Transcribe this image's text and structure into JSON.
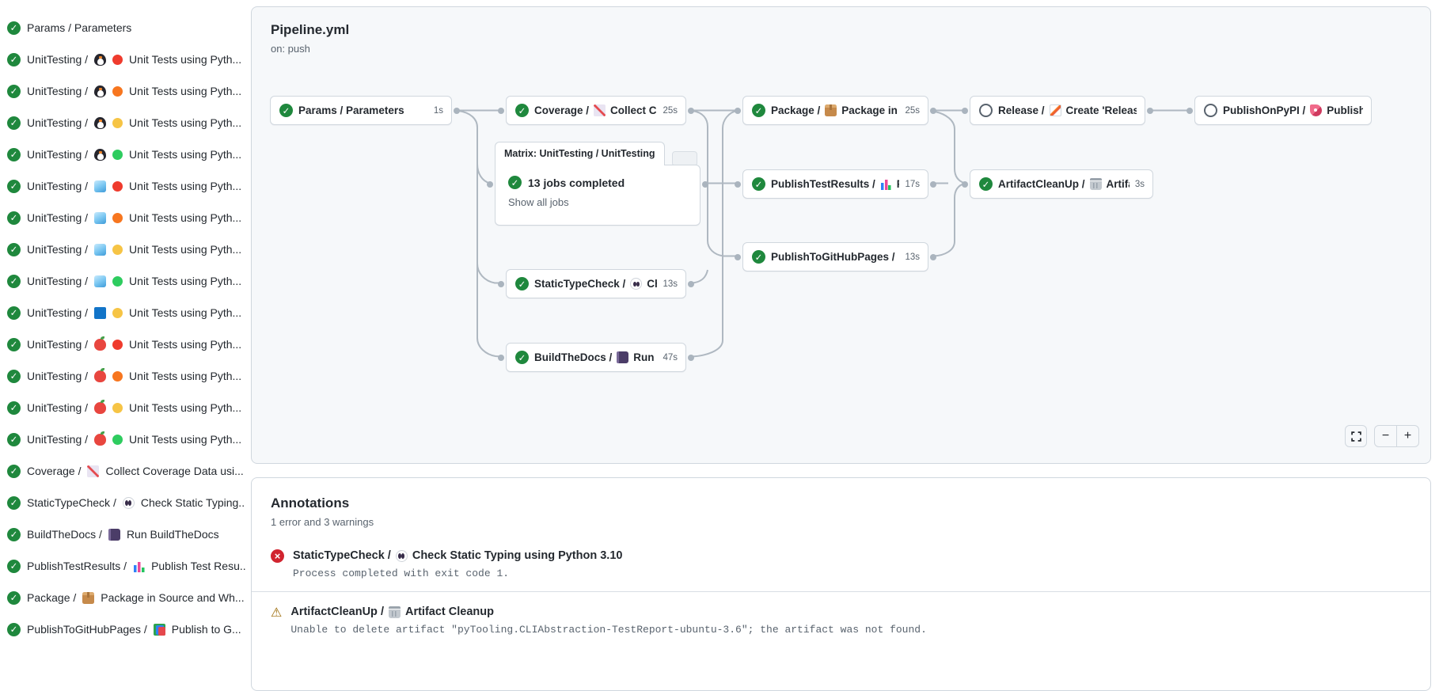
{
  "colors": {
    "success_green": "#1f883d",
    "error_red": "#d1242f",
    "warning_amber": "#9a6700",
    "edge_gray": "#afb8c1",
    "accent_border": "#d0d7de"
  },
  "sidebar": {
    "jobs": [
      {
        "status": "success",
        "prefix": "Params / Parameters",
        "icon": null,
        "dot": null,
        "text": null
      },
      {
        "status": "success",
        "prefix": "UnitTesting /",
        "icon": "penguin-icon",
        "dot": "red",
        "text": "Unit Tests using Pyth..."
      },
      {
        "status": "success",
        "prefix": "UnitTesting /",
        "icon": "penguin-icon",
        "dot": "orange",
        "text": "Unit Tests using Pyth..."
      },
      {
        "status": "success",
        "prefix": "UnitTesting /",
        "icon": "penguin-icon",
        "dot": "yellow",
        "text": "Unit Tests using Pyth..."
      },
      {
        "status": "success",
        "prefix": "UnitTesting /",
        "icon": "penguin-icon",
        "dot": "green",
        "text": "Unit Tests using Pyth..."
      },
      {
        "status": "success",
        "prefix": "UnitTesting /",
        "icon": "ice-cube-icon",
        "dot": "red",
        "text": "Unit Tests using Pyth..."
      },
      {
        "status": "success",
        "prefix": "UnitTesting /",
        "icon": "ice-cube-icon",
        "dot": "orange",
        "text": "Unit Tests using Pyth..."
      },
      {
        "status": "success",
        "prefix": "UnitTesting /",
        "icon": "ice-cube-icon",
        "dot": "yellow",
        "text": "Unit Tests using Pyth..."
      },
      {
        "status": "success",
        "prefix": "UnitTesting /",
        "icon": "ice-cube-icon",
        "dot": "green",
        "text": "Unit Tests using Pyth..."
      },
      {
        "status": "success",
        "prefix": "UnitTesting /",
        "icon": "blue-square-icon",
        "dot": "yellow",
        "text": "Unit Tests using Pyth..."
      },
      {
        "status": "success",
        "prefix": "UnitTesting /",
        "icon": "apple-icon",
        "dot": "red",
        "text": "Unit Tests using Pyth..."
      },
      {
        "status": "success",
        "prefix": "UnitTesting /",
        "icon": "apple-icon",
        "dot": "orange",
        "text": "Unit Tests using Pyth..."
      },
      {
        "status": "success",
        "prefix": "UnitTesting /",
        "icon": "apple-icon",
        "dot": "yellow",
        "text": "Unit Tests using Pyth..."
      },
      {
        "status": "success",
        "prefix": "UnitTesting /",
        "icon": "apple-icon",
        "dot": "green",
        "text": "Unit Tests using Pyth..."
      },
      {
        "status": "success",
        "prefix": "Coverage /",
        "icon": "chart-increasing-icon",
        "dot": null,
        "text": "Collect Coverage Data usi..."
      },
      {
        "status": "success",
        "prefix": "StaticTypeCheck /",
        "icon": "eyes-icon",
        "dot": null,
        "text": "Check Static Typing..."
      },
      {
        "status": "success",
        "prefix": "BuildTheDocs /",
        "icon": "notebook-icon",
        "dot": null,
        "text": "Run BuildTheDocs"
      },
      {
        "status": "success",
        "prefix": "PublishTestResults /",
        "icon": "bar-chart-icon",
        "dot": null,
        "text": "Publish Test Resu..."
      },
      {
        "status": "success",
        "prefix": "Package /",
        "icon": "package-icon",
        "dot": null,
        "text": "Package in Source and Wh..."
      },
      {
        "status": "success",
        "prefix": "PublishToGitHubPages /",
        "icon": "books-icon",
        "dot": null,
        "text": "Publish to G..."
      }
    ]
  },
  "graph": {
    "title": "Pipeline.yml",
    "trigger": "on: push",
    "nodes": [
      {
        "id": "params",
        "status": "success",
        "prefix": "Params / Parameters",
        "icon": null,
        "text": null,
        "duration": "1s"
      },
      {
        "id": "coverage",
        "status": "success",
        "prefix": "Coverage /",
        "icon": "chart-increasing-icon",
        "text": "Collect Cove...",
        "duration": "25s"
      },
      {
        "id": "package",
        "status": "success",
        "prefix": "Package /",
        "icon": "package-icon",
        "text": "Package in So...",
        "duration": "25s"
      },
      {
        "id": "release",
        "status": "skipped",
        "prefix": "Release /",
        "icon": "memo-icon",
        "text": "Create 'Release P...",
        "duration": null
      },
      {
        "id": "publishonpypi",
        "status": "skipped",
        "prefix": "PublishOnPyPI /",
        "icon": "rocket-icon",
        "text": "Publish to ...",
        "duration": null
      },
      {
        "id": "publishtestresults",
        "status": "success",
        "prefix": "PublishTestResults /",
        "icon": "bar-chart-icon",
        "text": "Pu...",
        "duration": "17s"
      },
      {
        "id": "artifactcleanup",
        "status": "success",
        "prefix": "ArtifactCleanUp /",
        "icon": "wastebasket-icon",
        "text": "Artifac...",
        "duration": "3s"
      },
      {
        "id": "publishtogithubpages",
        "status": "success",
        "prefix": "PublishToGitHubPages /",
        "icon": "books-icon",
        "text": "...",
        "duration": "13s"
      },
      {
        "id": "statictypecheck",
        "status": "success",
        "prefix": "StaticTypeCheck /",
        "icon": "eyes-icon",
        "text": "Chec...",
        "duration": "13s"
      },
      {
        "id": "buildthedocs",
        "status": "success",
        "prefix": "BuildTheDocs /",
        "icon": "notebook-icon",
        "text": "Run Buil...",
        "duration": "47s"
      }
    ],
    "matrix": {
      "header": "Matrix: UnitTesting / UnitTesting",
      "status": "success",
      "summary": "13 jobs completed",
      "link": "Show all jobs"
    },
    "controls": {
      "zoom_out": "−",
      "zoom_in": "+"
    }
  },
  "annotations": {
    "title": "Annotations",
    "subtitle": "1 error and 3 warnings",
    "items": [
      {
        "level": "error",
        "prefix": "StaticTypeCheck /",
        "icon": "eyes-icon",
        "title": "Check Static Typing using Python 3.10",
        "message": "Process completed with exit code 1."
      },
      {
        "level": "warning",
        "prefix": "ArtifactCleanUp /",
        "icon": "wastebasket-icon",
        "title": "Artifact Cleanup",
        "message": "Unable to delete artifact \"pyTooling.CLIAbstraction-TestReport-ubuntu-3.6\"; the artifact was not found."
      }
    ]
  }
}
